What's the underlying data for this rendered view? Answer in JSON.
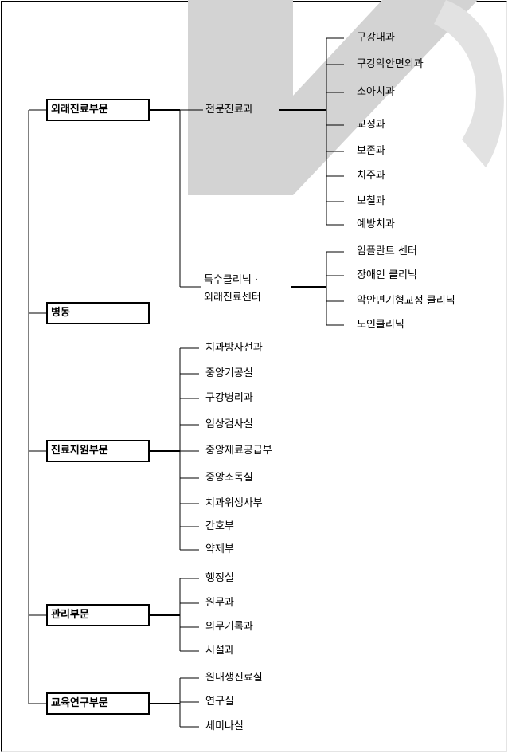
{
  "watermark": {
    "letter": "K",
    "color": "#d3d3d3"
  },
  "divisions": [
    {
      "id": "outpatient",
      "label": "외래진료부문"
    },
    {
      "id": "ward",
      "label": "병동"
    },
    {
      "id": "support",
      "label": "진료지원부문"
    },
    {
      "id": "admin",
      "label": "관리부문"
    },
    {
      "id": "edu",
      "label": "교육연구부문"
    }
  ],
  "outpatient": {
    "specialty": {
      "label": "전문진료과",
      "depts": [
        "구강내과",
        "구강악안면외과",
        "소아치과",
        "교정과",
        "보존과",
        "치주과",
        "보철과",
        "예방치과"
      ]
    },
    "special_clinic": {
      "line1": "특수클리닉 ·",
      "line2": "외래진료센터",
      "depts": [
        "임플란트 센터",
        "장애인 클리닉",
        "악안면기형교정 클리닉",
        "노인클리닉"
      ]
    }
  },
  "support": [
    "치과방사선과",
    "중앙기공실",
    "구강병리과",
    "임상검사실",
    "중앙재료공급부",
    "중앙소독실",
    "치과위생사부",
    "간호부",
    "약제부"
  ],
  "admin": [
    "행정실",
    "원무과",
    "의무기록과",
    "시설과"
  ],
  "edu": [
    "원내생진료실",
    "연구실",
    "세미나실"
  ]
}
